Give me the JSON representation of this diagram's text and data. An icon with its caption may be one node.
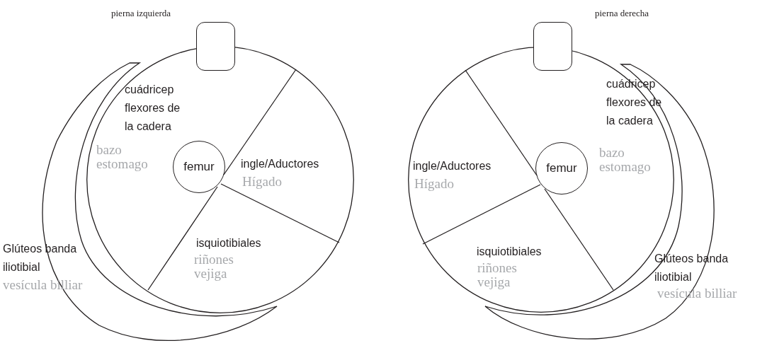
{
  "diagram": {
    "nodes": [
      {
        "text": [],
        "shape": "circle",
        "beside": [
          "pierna izquierda"
        ]
      },
      {
        "text": [],
        "shape": "box"
      },
      {
        "text": [
          "cuádricep flexores de la cadera",
          "bazo estomago"
        ],
        "in": 0
      },
      {
        "text": [
          "femur"
        ],
        "in": 0
      },
      {
        "text": [
          "ingle/Aductores",
          "Hígado"
        ],
        "in": 0
      },
      {
        "text": [
          "isquiotibiales",
          "riñones vejiga"
        ],
        "in": 0
      },
      {
        "text": [
          "Glúteos banda iliotibial",
          "vesícula billiar"
        ]
      },
      {
        "text": [],
        "shape": "circle",
        "beside": [
          "pierna derecha"
        ]
      },
      {
        "text": [],
        "shape": "box"
      },
      {
        "text": [
          "cuádricep flexores de la cadera",
          "bazo estomago"
        ],
        "in": 7
      },
      {
        "text": [
          "femur"
        ],
        "in": 7
      },
      {
        "text": [
          "ingle/Aductores",
          "Hígado"
        ],
        "in": 7
      },
      {
        "text": [
          "isquiotibiales",
          "riñones vejiga"
        ],
        "in": 7
      },
      {
        "text": [
          "Glúteos banda iliotibial",
          "vesícula billiar"
        ]
      }
    ]
  }
}
